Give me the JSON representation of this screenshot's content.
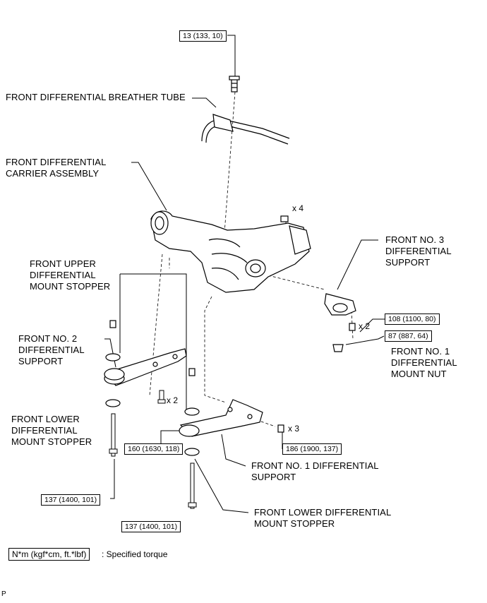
{
  "labels": {
    "breather_tube": "FRONT DIFFERENTIAL BREATHER TUBE",
    "carrier_line1": "FRONT DIFFERENTIAL",
    "carrier_line2": "CARRIER ASSEMBLY",
    "upper_stopper_line1": "FRONT UPPER",
    "upper_stopper_line2": "DIFFERENTIAL",
    "upper_stopper_line3": "MOUNT STOPPER",
    "no2_line1": "FRONT NO. 2",
    "no2_line2": "DIFFERENTIAL",
    "no2_line3": "SUPPORT",
    "lower_left_line1": "FRONT LOWER",
    "lower_left_line2": "DIFFERENTIAL",
    "lower_left_line3": "MOUNT STOPPER",
    "no3_line1": "FRONT NO. 3",
    "no3_line2": "DIFFERENTIAL",
    "no3_line3": "SUPPORT",
    "no1nut_line1": "FRONT NO. 1",
    "no1nut_line2": "DIFFERENTIAL",
    "no1nut_line3": "MOUNT NUT",
    "no1support_line1": "FRONT NO. 1 DIFFERENTIAL",
    "no1support_line2": "SUPPORT",
    "lower_right_line1": "FRONT LOWER DIFFERENTIAL",
    "lower_right_line2": "MOUNT STOPPER"
  },
  "torques": {
    "t13": "13 (133, 10)",
    "t108": "108 (1100, 80)",
    "t87": "87 (887, 64)",
    "t186": "186 (1900, 137)",
    "t160": "160 (1630, 118)",
    "t137a": "137 (1400, 101)",
    "t137b": "137 (1400, 101)"
  },
  "multipliers": {
    "x4": "x 4",
    "x2_upper": "x 2",
    "x2_left": "x 2",
    "x3": "x 3"
  },
  "legend": {
    "unit": "N*m (kgf*cm, ft.*lbf)",
    "text": ": Specified torque"
  },
  "corner_mark": "P"
}
